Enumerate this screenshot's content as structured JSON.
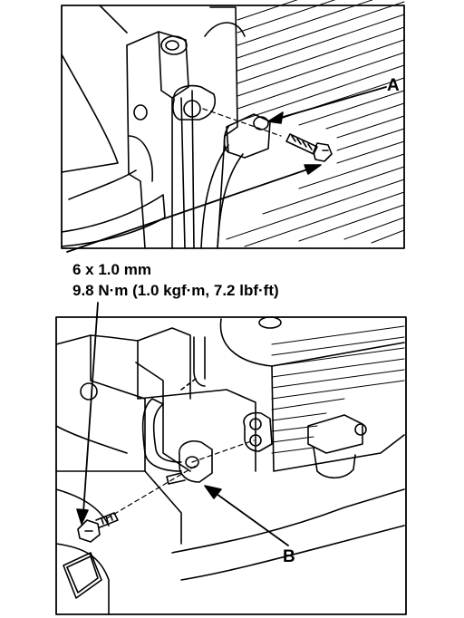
{
  "labels": {
    "callout_a": "A",
    "callout_b": "B",
    "bolt_size": "6 x 1.0 mm",
    "torque_spec": "9.8 N·m (1.0 kgf·m, 7.2 lbf·ft)"
  },
  "colors": {
    "line": "#000000",
    "background": "#ffffff"
  }
}
